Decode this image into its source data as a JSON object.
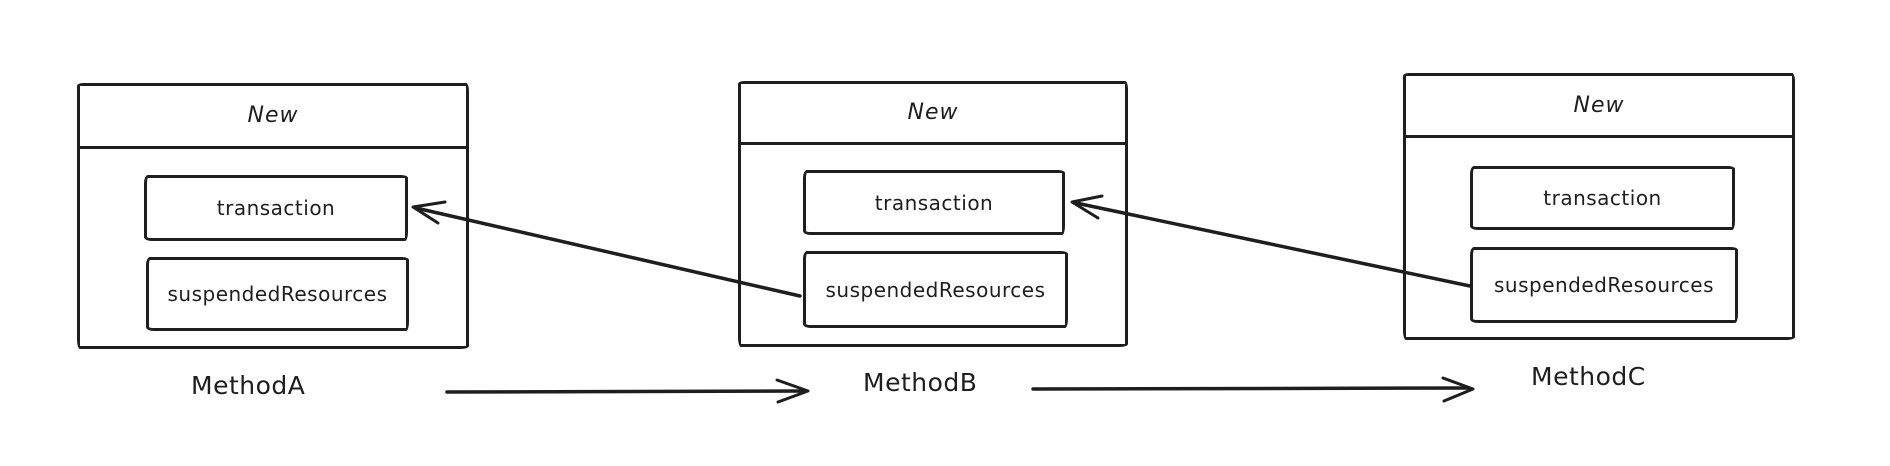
{
  "diagram": {
    "background_color": "#ffffff",
    "stroke_color": "#1e1e1e",
    "frames": [
      {
        "header": "New",
        "fields": [
          "transaction",
          "suspendedResources"
        ],
        "label": "MethodA"
      },
      {
        "header": "New",
        "fields": [
          "transaction",
          "suspendedResources"
        ],
        "label": "MethodB"
      },
      {
        "header": "New",
        "fields": [
          "transaction",
          "suspendedResources"
        ],
        "label": "MethodC"
      }
    ],
    "connections": [
      {
        "from": "MethodB.suspendedResources",
        "to": "MethodA.transaction",
        "kind": "reference-arrow"
      },
      {
        "from": "MethodC.suspendedResources",
        "to": "MethodB.transaction",
        "kind": "reference-arrow"
      },
      {
        "from": "MethodA",
        "to": "MethodB",
        "kind": "flow-arrow"
      },
      {
        "from": "MethodB",
        "to": "MethodC",
        "kind": "flow-arrow"
      }
    ]
  }
}
